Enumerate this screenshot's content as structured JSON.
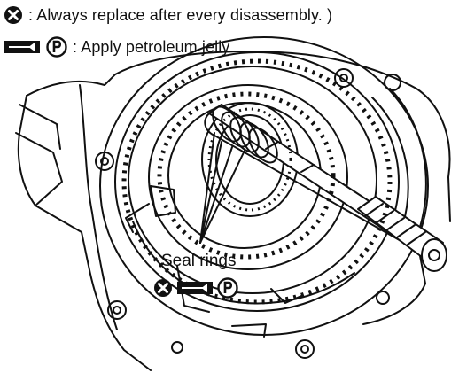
{
  "legend": [
    {
      "symbols": [
        "replace-x-icon"
      ],
      "text": ": Always replace after every disassembly. )"
    },
    {
      "symbols": [
        "grease-tube-icon",
        "petroleum-p-icon"
      ],
      "text": ": Apply petroleum jelly."
    }
  ],
  "callout": {
    "label": "Seal rings",
    "symbols": [
      "replace-x-icon",
      "grease-tube-icon",
      "petroleum-p-icon"
    ]
  },
  "colors": {
    "ink": "#111111",
    "paper": "#ffffff"
  }
}
